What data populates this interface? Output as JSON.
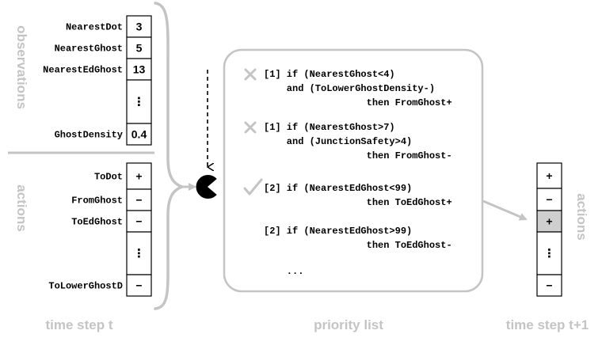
{
  "observations": {
    "section_label": "observations",
    "rows": [
      {
        "name": "NearestDot",
        "value": "3"
      },
      {
        "name": "NearestGhost",
        "value": "5"
      },
      {
        "name": "NearestEdGhost",
        "value": "13"
      },
      {
        "name": "",
        "value": "⋮"
      },
      {
        "name": "GhostDensity",
        "value": "0.4"
      }
    ]
  },
  "actions": {
    "section_label": "actions",
    "rows": [
      {
        "name": "ToDot",
        "value": "+"
      },
      {
        "name": "FromGhost",
        "value": "−"
      },
      {
        "name": "ToEdGhost",
        "value": "−"
      },
      {
        "name": "",
        "value": "⋮"
      },
      {
        "name": "ToLowerGhostD",
        "value": "−"
      }
    ]
  },
  "priority_list": {
    "label": "priority list",
    "rules": [
      {
        "marker": "cross",
        "lines": [
          "[1] if (NearestGhost<4)",
          "    and (ToLowerGhostDensity-)",
          "                  then FromGhost+"
        ]
      },
      {
        "marker": "cross",
        "lines": [
          "[1] if (NearestGhost>7)",
          "    and (JunctionSafety>4)",
          "                  then FromGhost-"
        ]
      },
      {
        "marker": "check",
        "lines": [
          "[2] if (NearestEdGhost<99)",
          "                  then ToEdGhost+"
        ]
      },
      {
        "marker": "none",
        "lines": [
          "[2] if (NearestEdGhost>99)",
          "                  then ToEdGhost-"
        ]
      },
      {
        "marker": "none",
        "lines": [
          "    ..."
        ]
      }
    ]
  },
  "output_actions": {
    "section_label": "actions",
    "cells": [
      {
        "value": "+",
        "highlighted": false
      },
      {
        "value": "−",
        "highlighted": false
      },
      {
        "value": "+",
        "highlighted": true
      },
      {
        "value": "⋮",
        "highlighted": false
      },
      {
        "value": "−",
        "highlighted": false
      }
    ]
  },
  "labels": {
    "time_step_t": "time step t",
    "time_step_t1": "time step t+1"
  },
  "colors": {
    "gray": "#c4c4c4",
    "highlight": "#cfcfcf",
    "ink": "#000000"
  }
}
